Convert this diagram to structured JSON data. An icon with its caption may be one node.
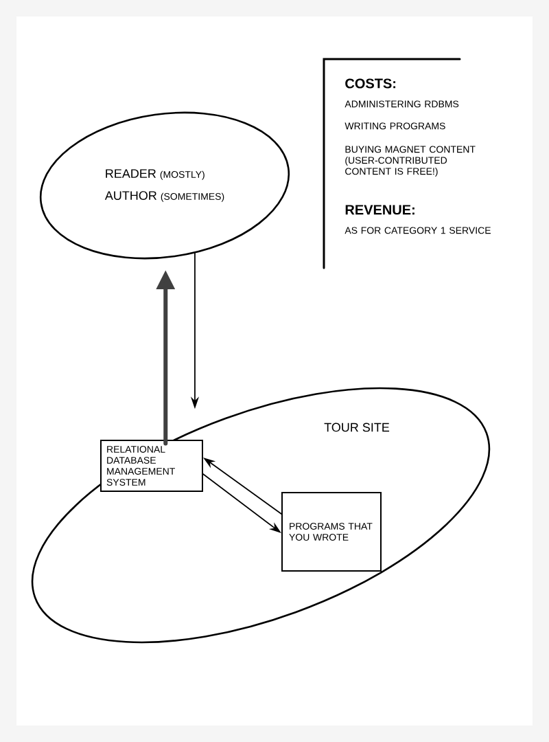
{
  "diagram": {
    "nodes": [
      {
        "text": [
          "READER",
          "(MOSTLY)",
          "AUTHOR",
          "(SOMETIMES)"
        ]
      },
      {
        "text": [
          "TOUR SITE"
        ]
      },
      {
        "text": [
          "RELATIONAL DATABASE MANAGEMENT SYSTEM"
        ],
        "in": 1
      },
      {
        "text": [
          "PROGRAMS THAT YOU WROTE"
        ],
        "in": 1
      }
    ],
    "edges": [
      {
        "from": 0,
        "to": 1,
        "arrow": "to"
      },
      {
        "from": 1,
        "to": 0,
        "arrow": "to",
        "style": "thick"
      },
      {
        "from": 2,
        "to": 3,
        "arrow": "to"
      },
      {
        "from": 3,
        "to": 2,
        "arrow": "to"
      }
    ],
    "labels": [
      "COSTS:",
      "ADMINISTERING RDBMS",
      "WRITING PROGRAMS",
      "BUYING MAGNET CONTENT (USER-CONTRIBUTED CONTENT IS FREE!)",
      "REVENUE:",
      "AS FOR CATEGORY 1 SERVICE"
    ]
  }
}
